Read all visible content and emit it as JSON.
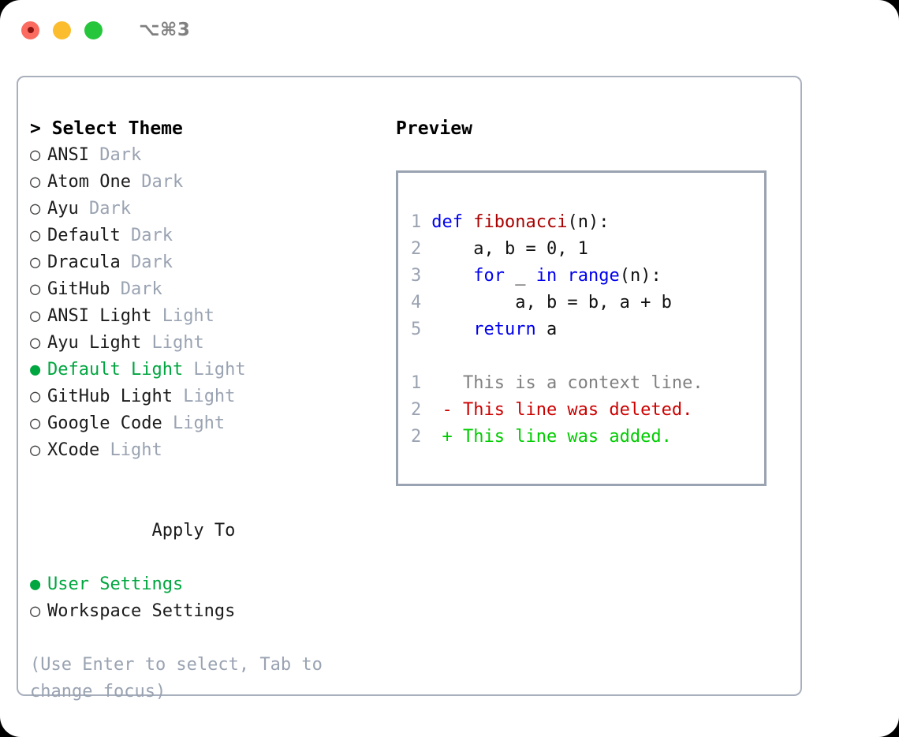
{
  "titlebar": {
    "shortcut": "⌥⌘3",
    "buttons": [
      "close",
      "minimize",
      "maximize"
    ]
  },
  "theme_list": {
    "header": "> Select Theme",
    "marker_selected": "●",
    "marker_unselected": "○",
    "items": [
      {
        "label": "ANSI",
        "suffix": "Dark",
        "selected": false
      },
      {
        "label": "Atom One",
        "suffix": "Dark",
        "selected": false
      },
      {
        "label": "Ayu",
        "suffix": "Dark",
        "selected": false
      },
      {
        "label": "Default",
        "suffix": "Dark",
        "selected": false
      },
      {
        "label": "Dracula",
        "suffix": "Dark",
        "selected": false
      },
      {
        "label": "GitHub",
        "suffix": "Dark",
        "selected": false
      },
      {
        "label": "ANSI Light",
        "suffix": "Light",
        "selected": false
      },
      {
        "label": "Ayu Light",
        "suffix": "Light",
        "selected": false
      },
      {
        "label": "Default Light",
        "suffix": "Light",
        "selected": true
      },
      {
        "label": "GitHub Light",
        "suffix": "Light",
        "selected": false
      },
      {
        "label": "Google Code",
        "suffix": "Light",
        "selected": false
      },
      {
        "label": "XCode",
        "suffix": "Light",
        "selected": false
      }
    ]
  },
  "apply_to": {
    "header": "Apply To",
    "items": [
      {
        "label": "User Settings",
        "selected": true
      },
      {
        "label": "Workspace Settings",
        "selected": false
      }
    ]
  },
  "hint": "(Use Enter to select, Tab to change focus)",
  "preview": {
    "title": "Preview",
    "code_lines": [
      {
        "no": "1",
        "tokens": [
          {
            "t": "def ",
            "c": "kw"
          },
          {
            "t": "fibonacci",
            "c": "fn"
          },
          {
            "t": "(n):",
            "c": "plain"
          }
        ]
      },
      {
        "no": "2",
        "tokens": [
          {
            "t": "    a, b = 0, 1",
            "c": "plain"
          }
        ]
      },
      {
        "no": "3",
        "tokens": [
          {
            "t": "    ",
            "c": "plain"
          },
          {
            "t": "for",
            "c": "kw"
          },
          {
            "t": " _ ",
            "c": "plain"
          },
          {
            "t": "in",
            "c": "kw"
          },
          {
            "t": " ",
            "c": "plain"
          },
          {
            "t": "range",
            "c": "kw"
          },
          {
            "t": "(n):",
            "c": "plain"
          }
        ]
      },
      {
        "no": "4",
        "tokens": [
          {
            "t": "        a, b = b, a + b",
            "c": "plain"
          }
        ]
      },
      {
        "no": "5",
        "tokens": [
          {
            "t": "    ",
            "c": "plain"
          },
          {
            "t": "return",
            "c": "kw"
          },
          {
            "t": " a",
            "c": "plain"
          }
        ]
      }
    ],
    "diff_lines": [
      {
        "no": "1",
        "marker": " ",
        "text": "This is a context line.",
        "kind": "ctx"
      },
      {
        "no": "2",
        "marker": "-",
        "text": "This line was deleted.",
        "kind": "del"
      },
      {
        "no": "2",
        "marker": "+",
        "text": "This line was added.",
        "kind": "add"
      }
    ]
  },
  "colors": {
    "accent_green": "#00a63f",
    "muted": "#9aa3b2",
    "keyword_blue": "#0000ee",
    "function_red": "#aa0000",
    "diff_add": "#00cc00",
    "diff_del": "#cc0000",
    "border": "#a9b0bd"
  }
}
